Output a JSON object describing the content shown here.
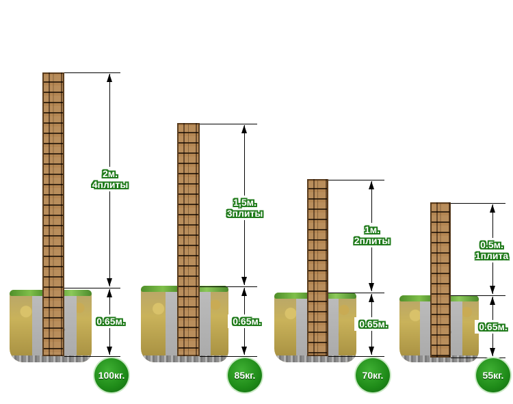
{
  "columns": [
    {
      "height_label": "2м.",
      "slabs_label": "4плиты",
      "depth_label": "0.65м.",
      "weight_label": "100кг."
    },
    {
      "height_label": "1,5м.",
      "slabs_label": "3плиты",
      "depth_label": "0.65м.",
      "weight_label": "85кг."
    },
    {
      "height_label": "1м.",
      "slabs_label": "2плиты",
      "depth_label": "0.65м.",
      "weight_label": "70кг."
    },
    {
      "height_label": "0.5м.",
      "slabs_label": "1плита",
      "depth_label": "0.65м.",
      "weight_label": "55кг."
    }
  ],
  "colors": {
    "label_outline": "#1f7a1a",
    "badge_green": "#1e8a18",
    "stone": "#a07a4a",
    "concrete": "#b0b0b0"
  }
}
